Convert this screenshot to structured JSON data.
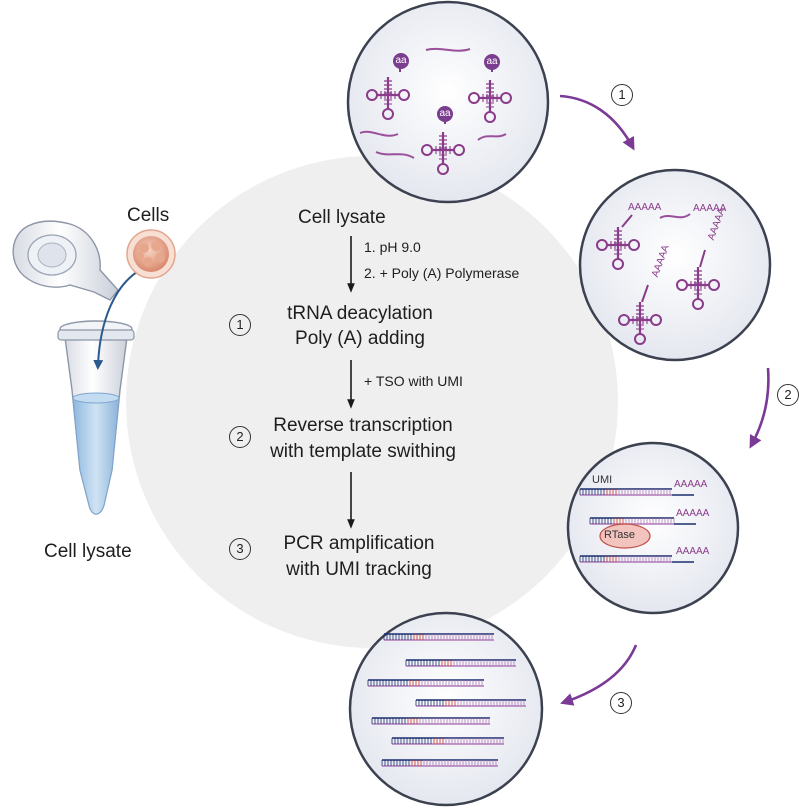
{
  "workflow": {
    "start": "Cell lysate",
    "conditions_1": [
      "1. pH 9.0",
      "2. + Poly (A) Polymerase"
    ],
    "step1": {
      "number": "1",
      "line1": "tRNA deacylation",
      "line2": "Poly (A) adding"
    },
    "conditions_2": "+ TSO with UMI",
    "step2": {
      "number": "2",
      "line1": "Reverse transcription",
      "line2": "with template swithing"
    },
    "step3": {
      "number": "3",
      "line1": "PCR amplification",
      "line2": "with UMI tracking"
    }
  },
  "tube": {
    "cells_label": "Cells",
    "lysate_label": "Cell lysate"
  },
  "panels": {
    "aa_label": "aa",
    "polyA_label": "AAAAA",
    "umi_label": "UMI",
    "rtase_label": "RTase"
  },
  "cycle_steps": [
    "1",
    "2",
    "3"
  ],
  "colors": {
    "trna": "#8a3c8a",
    "aa": "#7b3d8f",
    "arrow": "#7a3a96",
    "dna_blue": "#1c2f6e",
    "umi_red": "#c8322a",
    "panel_fill": "#eef0f5",
    "panel_border": "#3c4150",
    "center_circle": "#efefef",
    "liquid": "#a9cbe8"
  }
}
